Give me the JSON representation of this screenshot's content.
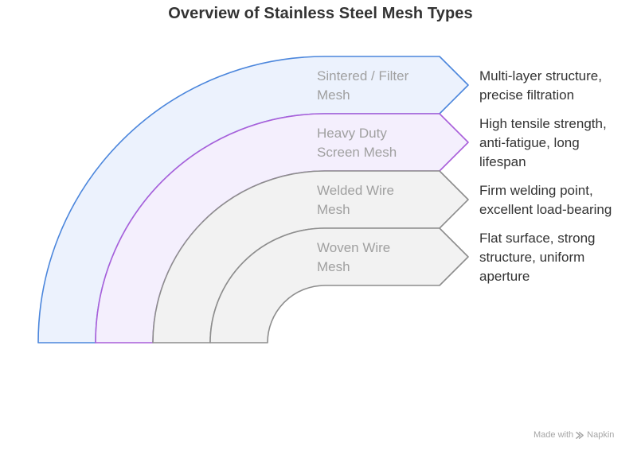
{
  "title": "Overview of Stainless Steel Mesh Types",
  "layers": [
    {
      "label": "Sintered / Filter\nMesh",
      "description": "Multi-layer structure,\nprecise filtration",
      "fill": "#ecf2fd",
      "stroke": "#4b86dc"
    },
    {
      "label": "Heavy Duty\nScreen Mesh",
      "description": "High tensile strength,\nanti-fatigue, long\nlifespan",
      "fill": "#f4effd",
      "stroke": "#a95fda"
    },
    {
      "label": "Welded Wire\nMesh",
      "description": "Firm welding point,\nexcellent load-bearing",
      "fill": "#f2f2f2",
      "stroke": "#8d8d8d"
    },
    {
      "label": "Woven Wire\nMesh",
      "description": "Flat surface, strong\nstructure, uniform\naperture",
      "fill": "#f2f2f2",
      "stroke": "#8d8d8d"
    }
  ],
  "footer": {
    "made_with": "Made with",
    "brand": "Napkin",
    "brand_icon": "napkin-logo-icon"
  }
}
